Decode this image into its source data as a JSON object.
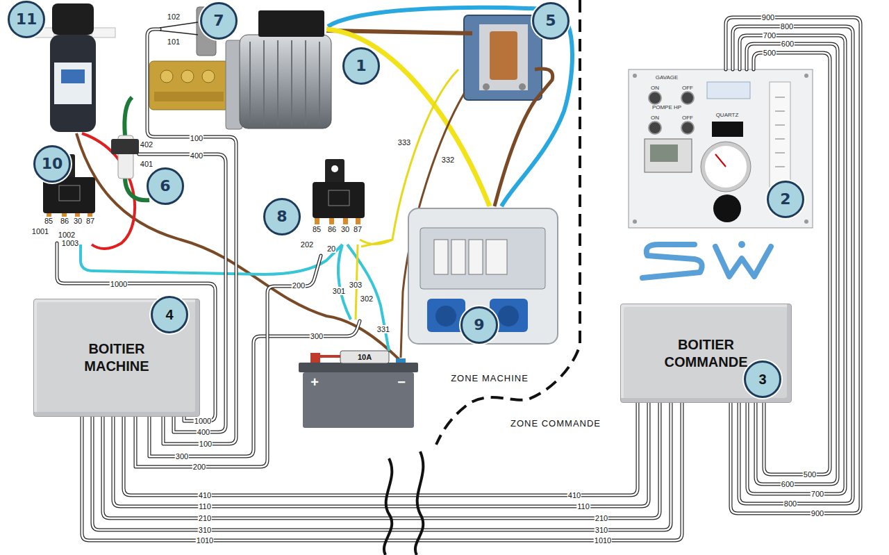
{
  "diagram": {
    "nodes": [
      {
        "text": [
          "11"
        ]
      },
      {
        "text": [
          "7"
        ]
      },
      {
        "text": [
          "1"
        ]
      },
      {
        "text": [
          "5"
        ]
      },
      {
        "text": [
          "10"
        ]
      },
      {
        "text": [
          "6"
        ]
      },
      {
        "text": [
          "8"
        ]
      },
      {
        "text": [
          "2"
        ]
      },
      {
        "text": [
          "BOITIER MACHINE"
        ]
      },
      {
        "text": [
          "4"
        ],
        "in": 8
      },
      {
        "text": [
          "9"
        ]
      },
      {
        "text": [
          "BOITIER COMMANDE"
        ]
      },
      {
        "text": [
          "3"
        ],
        "in": 11
      }
    ],
    "edges": [
      {
        "from": 8,
        "to": 11,
        "arrow": "none",
        "label": "410"
      },
      {
        "from": 8,
        "to": 11,
        "arrow": "none",
        "label": "110"
      },
      {
        "from": 8,
        "to": 11,
        "arrow": "none",
        "label": "210"
      },
      {
        "from": 8,
        "to": 11,
        "arrow": "none",
        "label": "310"
      },
      {
        "from": 8,
        "to": 11,
        "arrow": "none",
        "label": "1010"
      }
    ],
    "labels": [
      "102",
      "101",
      "100",
      "400",
      "402",
      "401",
      "333",
      "332",
      "85",
      "86",
      "30",
      "87",
      "1001",
      "1002",
      "1003",
      "85",
      "86",
      "30",
      "87",
      "202",
      "20",
      "1000",
      "200",
      "301",
      "303",
      "302",
      "331",
      "300",
      "10A",
      "+",
      "−",
      "ZONE MACHINE",
      "ZONE COMMANDE",
      "1000",
      "400",
      "100",
      "300",
      "200",
      "410",
      "110",
      "210",
      "310",
      "1010",
      "900",
      "800",
      "700",
      "600",
      "500",
      "500",
      "600",
      "700",
      "800",
      "900",
      "GAVAGE",
      "ON",
      "OFF",
      "POMPE HP",
      "ON",
      "OFF",
      "QUARTZ"
    ]
  }
}
